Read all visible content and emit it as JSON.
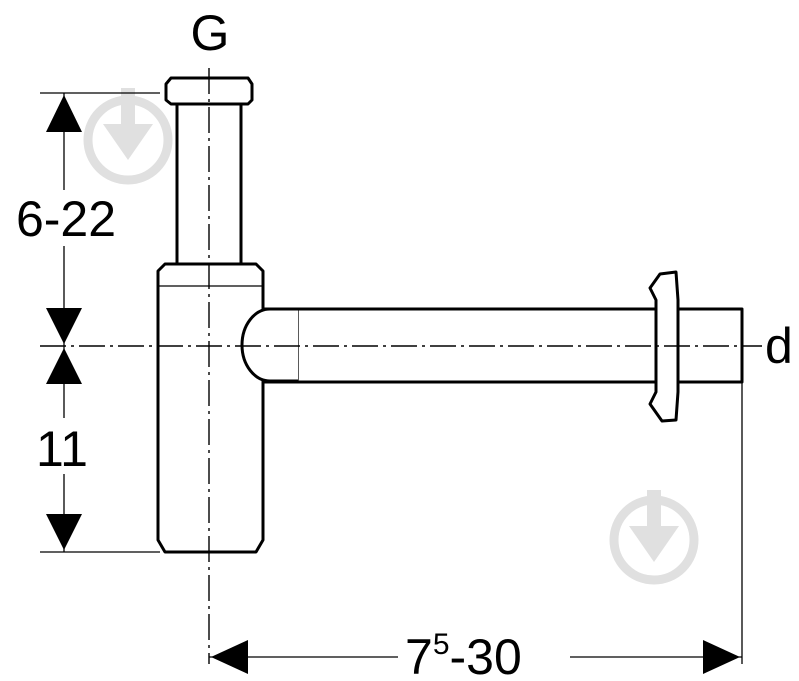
{
  "labels": {
    "top": "G",
    "right": "d",
    "vertical_upper": "6-22",
    "vertical_lower": "11",
    "horizontal_base": "7",
    "horizontal_sup": "5",
    "horizontal_rest": "-30"
  },
  "colors": {
    "line": "#000000",
    "background": "#ffffff",
    "watermark": "#e0e0e0"
  },
  "icons": [
    "watermark-icon",
    "watermark-icon"
  ]
}
